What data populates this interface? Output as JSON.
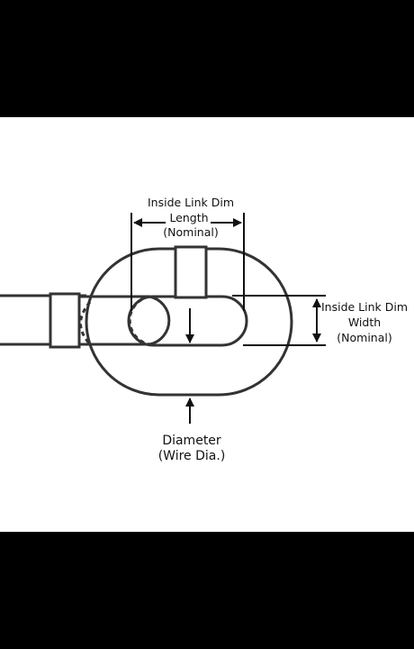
{
  "labels": {
    "length": {
      "line1": "Inside Link Dim",
      "line2": "Length",
      "line3": "(Nominal)"
    },
    "width": {
      "line1": "Inside Link Dim",
      "line2": "Width",
      "line3": "(Nominal)"
    },
    "diameter": {
      "line1": "Diameter",
      "line2": "(Wire Dia.)"
    }
  },
  "colors": {
    "stroke": "#333333",
    "fill": "#ffffff",
    "letterbox": "#000000"
  }
}
